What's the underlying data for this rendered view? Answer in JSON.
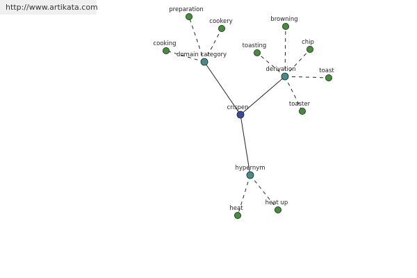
{
  "header": {
    "url": "http://www.artikata.com"
  },
  "colors": {
    "center": "#3a4a9a",
    "hub": "#4a8a8a",
    "leaf": "#4a8a40",
    "edge": "#222222",
    "stroke": "#1a2a1a"
  },
  "graph": {
    "nodes": [
      {
        "id": "crispen",
        "label": "crispen",
        "kind": "center"
      },
      {
        "id": "domain_category",
        "label": "domain category",
        "kind": "hub"
      },
      {
        "id": "derivation",
        "label": "derivation",
        "kind": "hub"
      },
      {
        "id": "hypernym",
        "label": "hypernym",
        "kind": "hub"
      },
      {
        "id": "preparation",
        "label": "preparation",
        "kind": "leaf"
      },
      {
        "id": "cookery",
        "label": "cookery",
        "kind": "leaf"
      },
      {
        "id": "cooking",
        "label": "cooking",
        "kind": "leaf"
      },
      {
        "id": "browning",
        "label": "browning",
        "kind": "leaf"
      },
      {
        "id": "toasting",
        "label": "toasting",
        "kind": "leaf"
      },
      {
        "id": "chip",
        "label": "chip",
        "kind": "leaf"
      },
      {
        "id": "toast",
        "label": "toast",
        "kind": "leaf"
      },
      {
        "id": "toaster",
        "label": "toaster",
        "kind": "leaf"
      },
      {
        "id": "heat",
        "label": "heat",
        "kind": "leaf"
      },
      {
        "id": "heat_up",
        "label": "heat up",
        "kind": "leaf"
      }
    ],
    "edges": [
      {
        "from": "crispen",
        "to": "domain_category",
        "style": "solid"
      },
      {
        "from": "crispen",
        "to": "derivation",
        "style": "solid"
      },
      {
        "from": "crispen",
        "to": "hypernym",
        "style": "solid"
      },
      {
        "from": "domain_category",
        "to": "preparation",
        "style": "dashed"
      },
      {
        "from": "domain_category",
        "to": "cookery",
        "style": "dashed"
      },
      {
        "from": "domain_category",
        "to": "cooking",
        "style": "dashed"
      },
      {
        "from": "derivation",
        "to": "browning",
        "style": "dashed"
      },
      {
        "from": "derivation",
        "to": "toasting",
        "style": "dashed"
      },
      {
        "from": "derivation",
        "to": "chip",
        "style": "dashed"
      },
      {
        "from": "derivation",
        "to": "toast",
        "style": "dashed"
      },
      {
        "from": "derivation",
        "to": "toaster",
        "style": "dashed"
      },
      {
        "from": "hypernym",
        "to": "heat",
        "style": "dashed"
      },
      {
        "from": "hypernym",
        "to": "heat_up",
        "style": "dashed"
      }
    ]
  }
}
